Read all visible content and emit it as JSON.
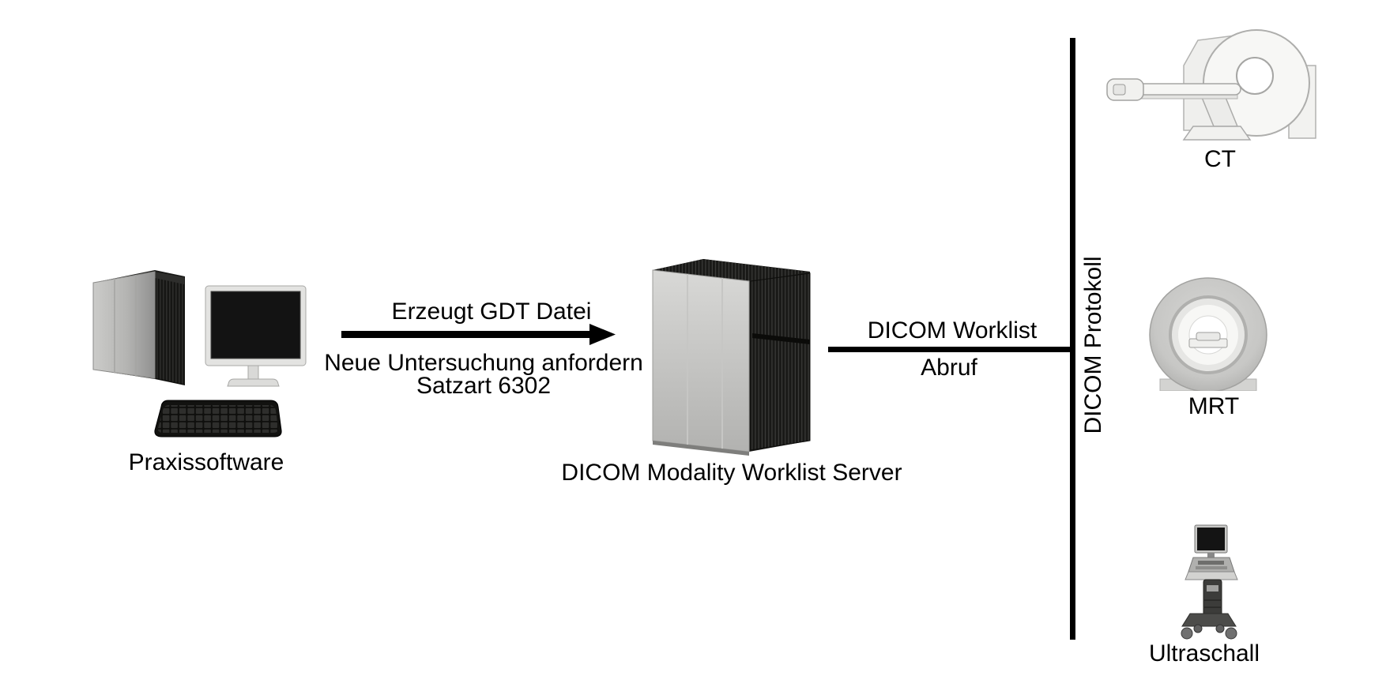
{
  "colors": {
    "background": "#ffffff",
    "text": "#000000",
    "line": "#000000"
  },
  "workstation": {
    "label": "Praxissoftware"
  },
  "server": {
    "label": "DICOM Modality Worklist Server"
  },
  "gdt_link": {
    "caption_above": "Erzeugt GDT Datei",
    "caption_below_line1": "Neue Untersuchung anfordern",
    "caption_below_line2": "Satzart 6302"
  },
  "worklist_link": {
    "caption_above": "DICOM Worklist",
    "caption_below": "Abruf"
  },
  "protocol_bus": {
    "label": "DICOM Protokoll"
  },
  "modalities": [
    {
      "id": "ct",
      "label": "CT"
    },
    {
      "id": "mrt",
      "label": "MRT"
    },
    {
      "id": "ultraschall",
      "label": "Ultraschall"
    }
  ]
}
